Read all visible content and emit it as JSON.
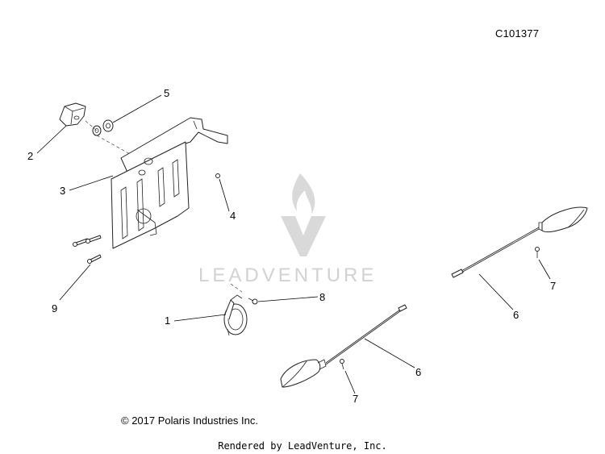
{
  "diagram_id": "C101377",
  "watermark": {
    "text": "LEADVENTURE",
    "icon": "leadventure-logo-icon"
  },
  "copyright": "© 2017 Polaris Industries Inc.",
  "rendered_by": "Rendered by LeadVenture, Inc.",
  "callouts": {
    "c1": "1",
    "c2": "2",
    "c3": "3",
    "c4": "4",
    "c5": "5",
    "c6a": "6",
    "c6b": "6",
    "c7a": "7",
    "c7b": "7",
    "c8": "8",
    "c9": "9"
  }
}
